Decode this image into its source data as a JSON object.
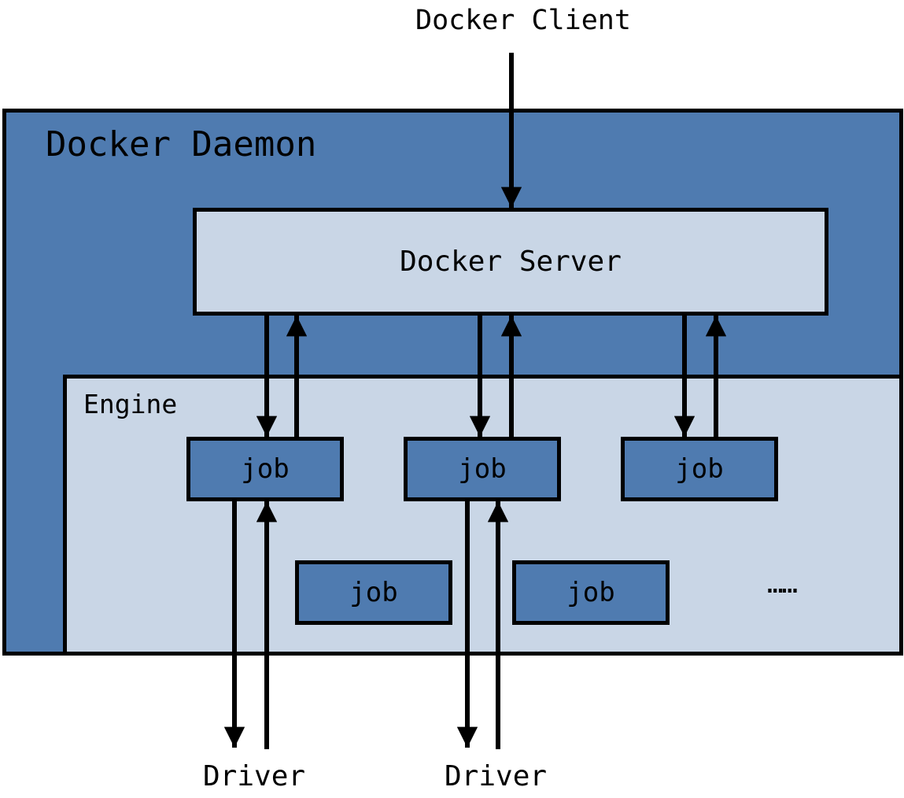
{
  "client": {
    "label": "Docker Client"
  },
  "daemon": {
    "label": "Docker Daemon"
  },
  "server": {
    "label": "Docker Server"
  },
  "engine": {
    "label": "Engine",
    "jobs": [
      "job",
      "job",
      "job",
      "job",
      "job"
    ],
    "more": "……"
  },
  "drivers": [
    "Driver",
    "Driver"
  ],
  "colors": {
    "dark_blue": "#4f7bb0",
    "light_blue": "#c9d6e6",
    "stroke": "#000000"
  }
}
